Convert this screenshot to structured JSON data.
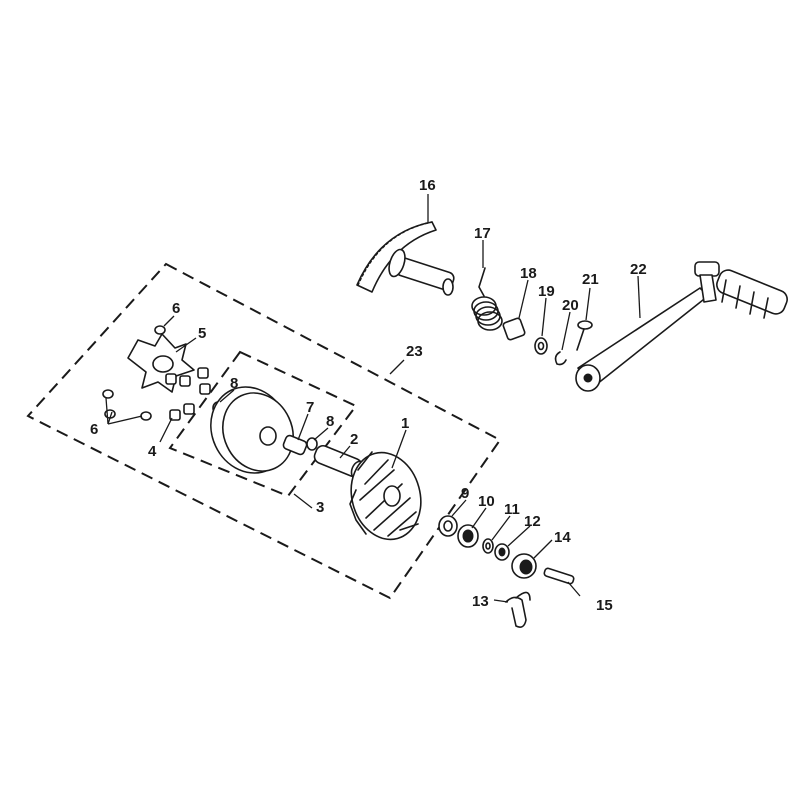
{
  "callouts": [
    {
      "id": "1",
      "text": "1"
    },
    {
      "id": "2",
      "text": "2"
    },
    {
      "id": "3",
      "text": "3"
    },
    {
      "id": "4",
      "text": "4"
    },
    {
      "id": "5",
      "text": "5"
    },
    {
      "id": "6a",
      "text": "6"
    },
    {
      "id": "6b",
      "text": "6"
    },
    {
      "id": "7",
      "text": "7"
    },
    {
      "id": "8a",
      "text": "8"
    },
    {
      "id": "8b",
      "text": "8"
    },
    {
      "id": "9",
      "text": "9"
    },
    {
      "id": "10",
      "text": "10"
    },
    {
      "id": "11",
      "text": "11"
    },
    {
      "id": "12",
      "text": "12"
    },
    {
      "id": "13",
      "text": "13"
    },
    {
      "id": "14",
      "text": "14"
    },
    {
      "id": "15",
      "text": "15"
    },
    {
      "id": "16",
      "text": "16"
    },
    {
      "id": "17",
      "text": "17"
    },
    {
      "id": "18",
      "text": "18"
    },
    {
      "id": "19",
      "text": "19"
    },
    {
      "id": "20",
      "text": "20"
    },
    {
      "id": "21",
      "text": "21"
    },
    {
      "id": "22",
      "text": "22"
    },
    {
      "id": "23",
      "text": "23"
    }
  ]
}
